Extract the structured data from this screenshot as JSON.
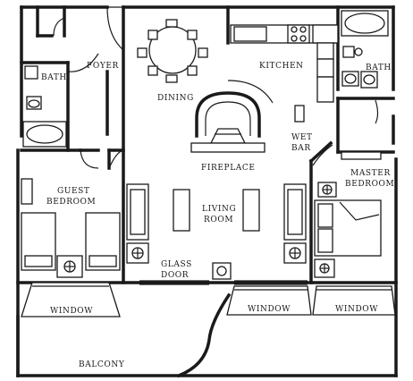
{
  "rooms": {
    "foyer": "FOYER",
    "bath_left": "BATH",
    "dining": "DINING",
    "kitchen": "KITCHEN",
    "bath_right": "BATH",
    "wet_bar_1": "WET",
    "wet_bar_2": "BAR",
    "fireplace": "FIREPLACE",
    "guest_bedroom_1": "GUEST",
    "guest_bedroom_2": "BEDROOM",
    "master_bedroom_1": "MASTER",
    "master_bedroom_2": "BEDROOM",
    "living_room_1": "LIVING",
    "living_room_2": "ROOM",
    "glass_door_1": "GLASS",
    "glass_door_2": "DOOR",
    "window_left": "WINDOW",
    "window_mid": "WINDOW",
    "window_right": "WINDOW",
    "balcony": "BALCONY"
  }
}
